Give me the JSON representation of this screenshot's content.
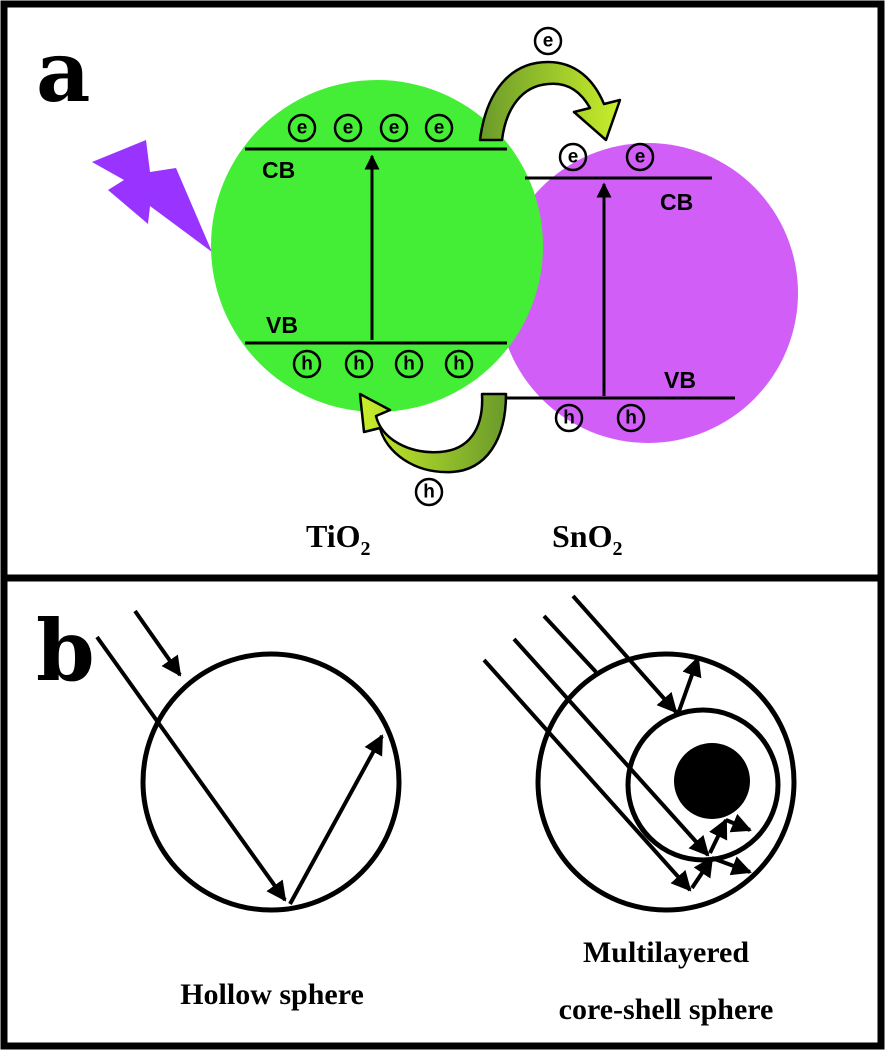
{
  "panel_a": {
    "label": "a",
    "tio2": {
      "name": "TiO",
      "subscript": "2",
      "cb_label": "CB",
      "vb_label": "VB",
      "color": "#45ee36"
    },
    "sno2": {
      "name": "SnO",
      "subscript": "2",
      "cb_label": "CB",
      "vb_label": "VB",
      "color": "#d05ef7"
    },
    "electron_symbol": "e",
    "hole_symbol": "h",
    "light_color": "#9933ff",
    "arrow_colors": {
      "light": "#c9ef2a",
      "dark": "#6a9a2a"
    }
  },
  "panel_b": {
    "label": "b",
    "hollow_caption": "Hollow sphere",
    "multilayer_caption_line1": "Multilayered",
    "multilayer_caption_line2": "core-shell sphere"
  }
}
